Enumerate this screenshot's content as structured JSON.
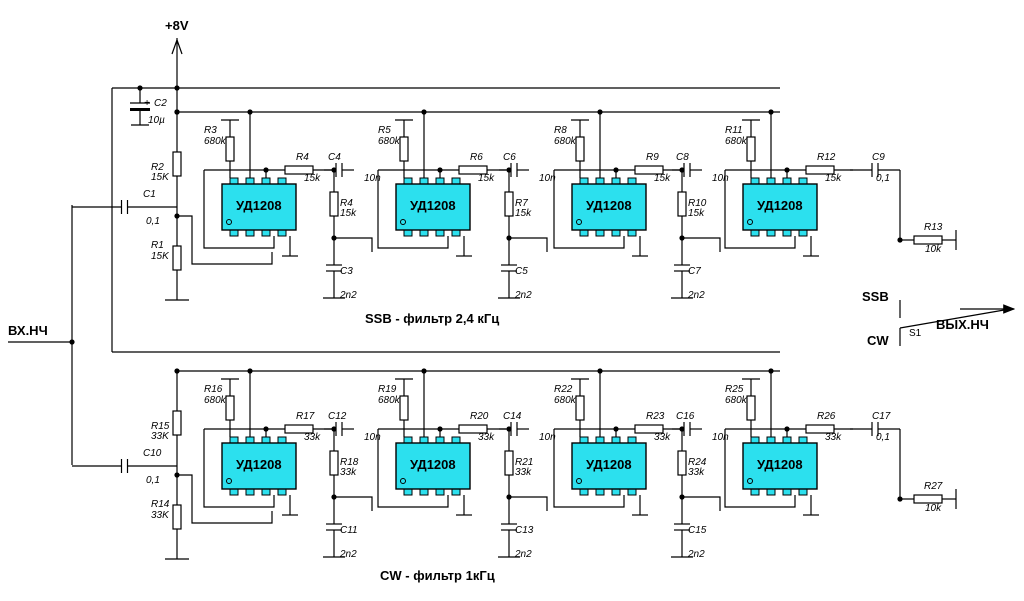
{
  "power_label": "+8V",
  "input_label": "ВХ.НЧ",
  "output_label": "ВЫХ.НЧ",
  "ssb_label": "SSB",
  "cw_label": "CW",
  "switch_label": "S1",
  "ssb_title": "SSB - фильтр 2,4 кГц",
  "cw_title": "CW - фильтр 1кГц",
  "chip_label": "УД1208",
  "c2": {
    "name": "C2",
    "value": "10µ",
    "plus": "+"
  },
  "ssb": {
    "c1": {
      "name": "C1",
      "value": "0,1"
    },
    "r2": {
      "name": "R2",
      "value": "15K"
    },
    "r1": {
      "name": "R1",
      "value": "15K"
    },
    "stages": [
      {
        "rb": {
          "name": "R3",
          "value": "680k"
        },
        "rs": {
          "name": "R4",
          "value": "15k"
        }
      },
      {
        "cs": {
          "name": "C4",
          "value": "10n"
        },
        "rg": {
          "name": "R4",
          "value": "15k"
        },
        "cg": {
          "name": "C3",
          "value": "2n2"
        },
        "rb": {
          "name": "R5",
          "value": "680k"
        },
        "rs": {
          "name": "R6",
          "value": "15k"
        }
      },
      {
        "cs": {
          "name": "C6",
          "value": "10n"
        },
        "rg": {
          "name": "R7",
          "value": "15k"
        },
        "cg": {
          "name": "C5",
          "value": "2n2"
        },
        "rb": {
          "name": "R8",
          "value": "680k"
        },
        "rs": {
          "name": "R9",
          "value": "15k"
        }
      },
      {
        "cs": {
          "name": "C8",
          "value": "10n"
        },
        "rg": {
          "name": "R10",
          "value": "15k"
        },
        "cg": {
          "name": "C7",
          "value": "2n2"
        },
        "rb": {
          "name": "R11",
          "value": "680k"
        },
        "rs": {
          "name": "R12",
          "value": "15k"
        }
      }
    ],
    "cout": {
      "name": "C9",
      "value": "0,1"
    },
    "rload": {
      "name": "R13",
      "value": "10k"
    }
  },
  "cw": {
    "c1": {
      "name": "C10",
      "value": "0,1"
    },
    "r2": {
      "name": "R15",
      "value": "33K"
    },
    "r1": {
      "name": "R14",
      "value": "33K"
    },
    "stages": [
      {
        "rb": {
          "name": "R16",
          "value": "680k"
        },
        "rs": {
          "name": "R17",
          "value": "33k"
        }
      },
      {
        "cs": {
          "name": "C12",
          "value": "10n"
        },
        "rg": {
          "name": "R18",
          "value": "33k"
        },
        "cg": {
          "name": "C11",
          "value": "2n2"
        },
        "rb": {
          "name": "R19",
          "value": "680k"
        },
        "rs": {
          "name": "R20",
          "value": "33k"
        }
      },
      {
        "cs": {
          "name": "C14",
          "value": "10n"
        },
        "rg": {
          "name": "R21",
          "value": "33k"
        },
        "cg": {
          "name": "C13",
          "value": "2n2"
        },
        "rb": {
          "name": "R22",
          "value": "680k"
        },
        "rs": {
          "name": "R23",
          "value": "33k"
        }
      },
      {
        "cs": {
          "name": "C16",
          "value": "10n"
        },
        "rg": {
          "name": "R24",
          "value": "33k"
        },
        "cg": {
          "name": "C15",
          "value": "2n2"
        },
        "rb": {
          "name": "R25",
          "value": "680k"
        },
        "rs": {
          "name": "R26",
          "value": "33k"
        }
      }
    ],
    "cout": {
      "name": "C17",
      "value": "0,1"
    },
    "rload": {
      "name": "R27",
      "value": "10k"
    }
  }
}
